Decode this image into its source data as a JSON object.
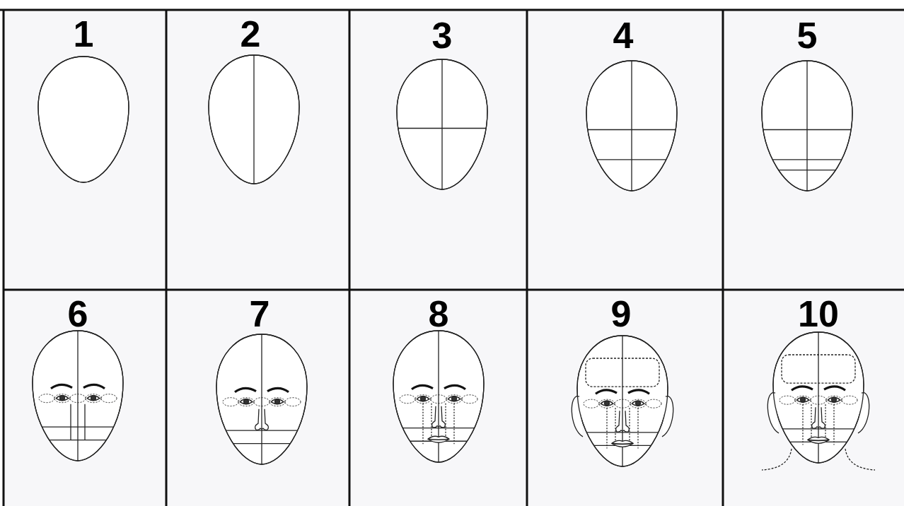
{
  "diagram": {
    "labels": [
      "1",
      "2",
      "3",
      "4",
      "5",
      "6",
      "7",
      "8",
      "9",
      "10"
    ]
  }
}
